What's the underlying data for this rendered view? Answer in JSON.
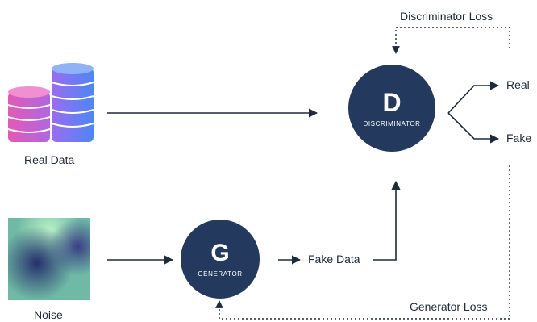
{
  "nodes": {
    "real_data": {
      "label": "Real Data",
      "icon": "database-stack-icon"
    },
    "noise": {
      "label": "Noise",
      "icon": "noise-gradient-icon"
    },
    "generator": {
      "letter": "G",
      "name": "GENERATOR"
    },
    "discriminator": {
      "letter": "D",
      "name": "DISCRIMINATOR"
    },
    "fake_data": {
      "label": "Fake Data"
    },
    "outputs": {
      "real": "Real",
      "fake": "Fake"
    }
  },
  "losses": {
    "discriminator_loss": "Discriminator Loss",
    "generator_loss": "Generator Loss"
  },
  "colors": {
    "node_fill": "#233a5e",
    "arrow": "#1f2a3a"
  }
}
